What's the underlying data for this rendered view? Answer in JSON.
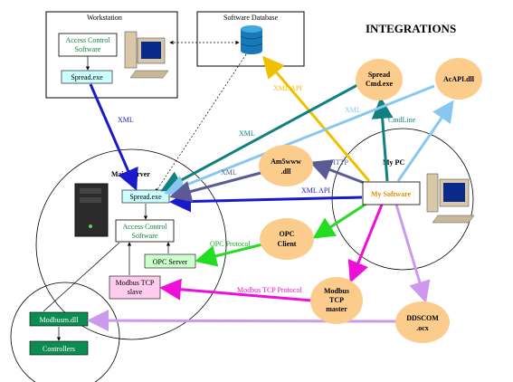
{
  "title": "INTEGRATIONS",
  "workstation": {
    "title": "Workstation",
    "acs_line1": "Access Control",
    "acs_line2": "Software",
    "spread": "Spread.exe"
  },
  "software_database": {
    "title": "Software Database"
  },
  "main_server": {
    "title": "Main Server",
    "spread": "Spread.exe",
    "acs_line1": "Access Control",
    "acs_line2": "Software",
    "opc_server": "OPC Server",
    "modbus_line1": "Modbus TCP",
    "modbus_line2": "slave"
  },
  "my_pc": {
    "title": "My PC",
    "my_software": "My Software"
  },
  "nodes": {
    "spread_cmd_1": "Spread",
    "spread_cmd_2": "Cmd.exe",
    "acapi": "AcAPI.dll",
    "am5www_1": "Am5www",
    "am5www_2": ".dll",
    "opc_client_1": "OPC",
    "opc_client_2": "Client",
    "modbus_master_1": "Modbus",
    "modbus_master_2": "TCP",
    "modbus_master_3": "master",
    "ddscom_1": "DDSCOM",
    "ddscom_2": ".ocx"
  },
  "left": {
    "modbusm": "Modbusm.dll",
    "controllers": "Controllers"
  },
  "labels": {
    "xml_workstation": "XML",
    "xml_api_db": "XML API",
    "xml_light": "XML",
    "cmdline": "CmdLine",
    "xml_teal": "XML",
    "xml_am5": "XML",
    "http": "HTTP",
    "xml_api": "XML API",
    "opc_protocol": "OPC Protocol",
    "modbus_protocol": "Modbus TCP Protocol"
  },
  "colors": {
    "blue": "#1a1acc",
    "gold": "#f0c000",
    "teal": "#108080",
    "light_blue": "#88c8f0",
    "slate": "#5a5a96",
    "green": "#22dd22",
    "magenta": "#ee10d8",
    "lilac": "#cc99ee",
    "node": "#fccc8c",
    "cyan_box": "#ccffff",
    "mint_box": "#ccffcc",
    "pink_box": "#ffccee",
    "dark_green": "#0c8c50",
    "my_software_text": "#e08c00"
  }
}
